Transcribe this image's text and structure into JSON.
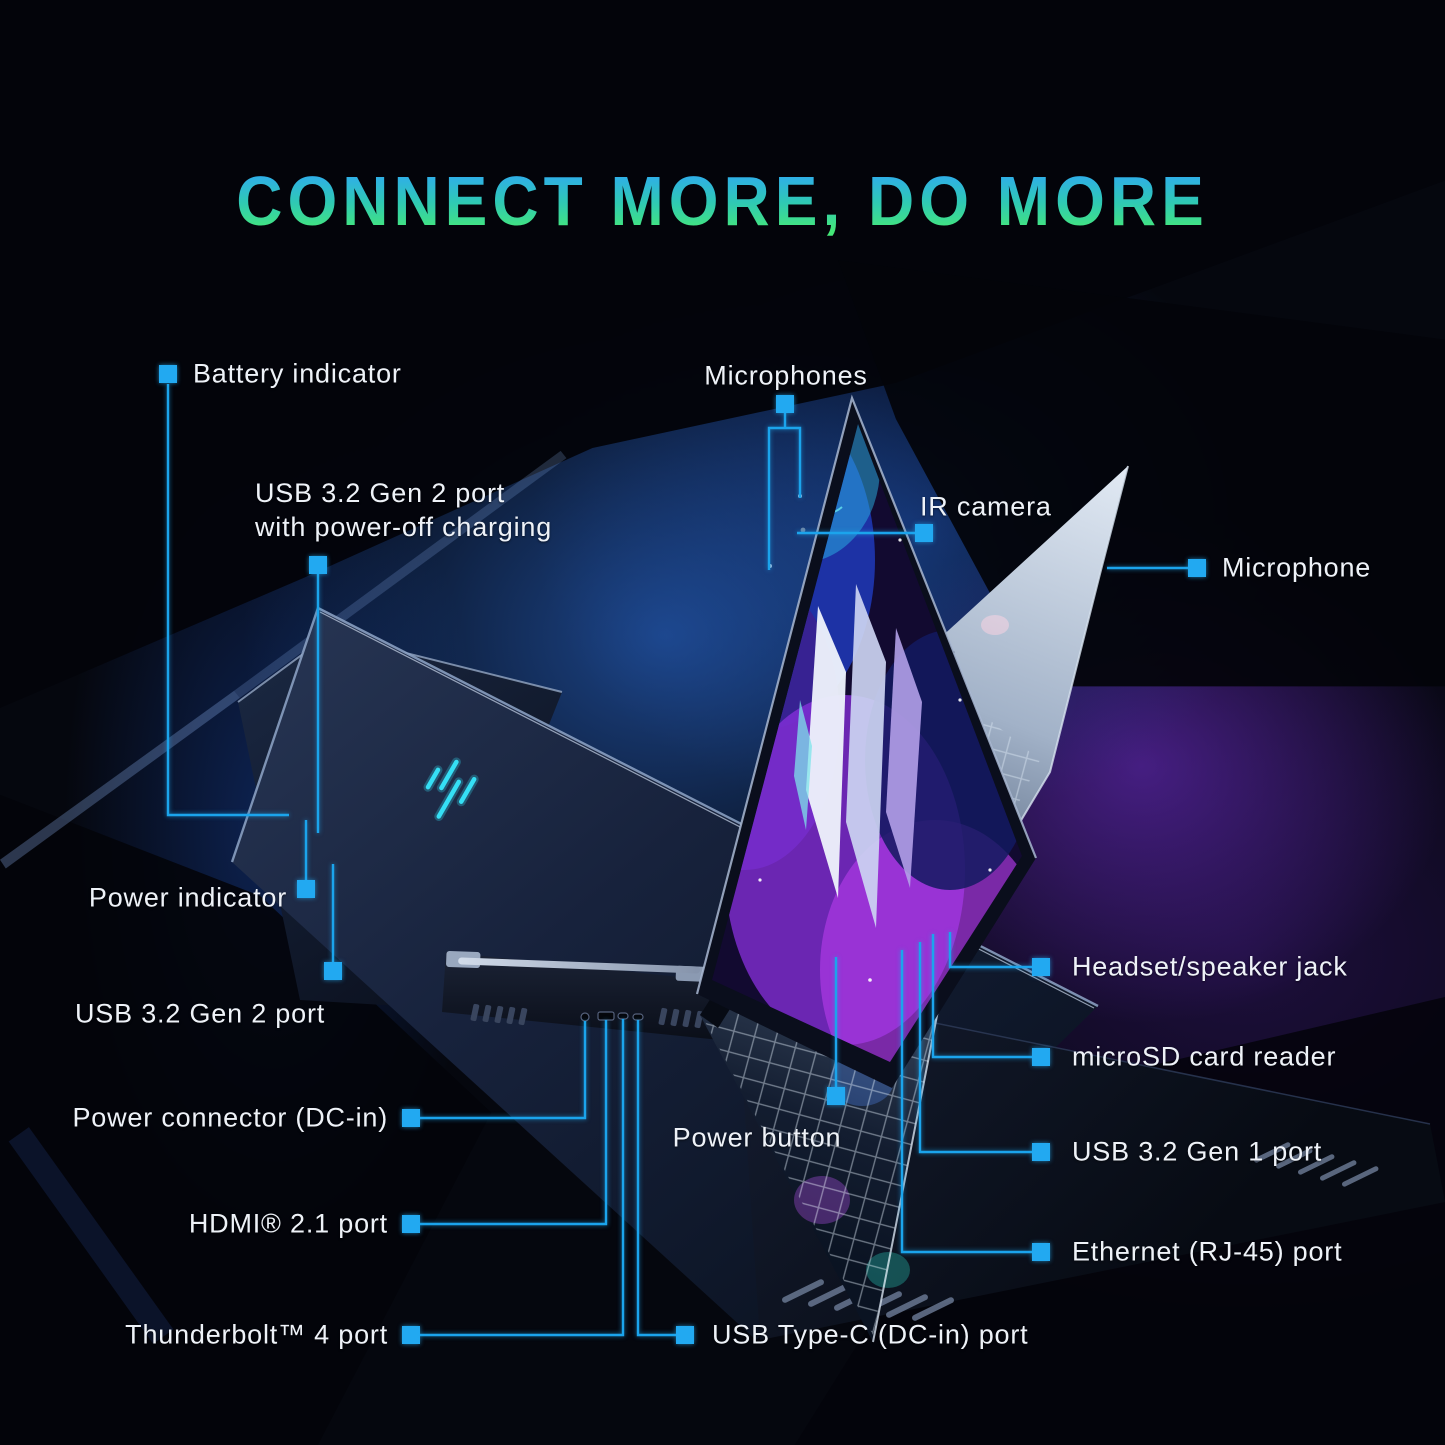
{
  "title": {
    "text": "CONNECT MORE, DO MORE"
  },
  "colors": {
    "background": "#05070E",
    "callout_accent": "#22A9F1",
    "callout_line": "#1BA4EC",
    "title_gradient_top": "#2FA9F2",
    "title_gradient_bottom": "#45E878",
    "keyboard_backlight_red": "#CF1F2B",
    "screen_art_purple": "#8A30DD",
    "background_purple_glow": "#7430D8",
    "background_blue_glow": "#2A68D2",
    "predator_logo_cyan": "#35DFF5"
  },
  "icons": {
    "callout_marker": "small solid blue square",
    "predator_logo": "predator-logo"
  },
  "callouts": {
    "battery": {
      "label": "Battery indicator"
    },
    "usb2_charge": {
      "label": "USB 3.2 Gen 2 port",
      "label2": "with power-off charging"
    },
    "microphones": {
      "label": "Microphones"
    },
    "ir_camera": {
      "label": "IR camera"
    },
    "microphone": {
      "label": "Microphone"
    },
    "power_indicator": {
      "label": "Power indicator"
    },
    "usb2": {
      "label": "USB 3.2 Gen 2 port"
    },
    "power_connector": {
      "label": "Power connector (DC-in)"
    },
    "hdmi": {
      "label": "HDMI® 2.1 port"
    },
    "thunderbolt": {
      "label": "Thunderbolt™ 4 port"
    },
    "usb_c": {
      "label": "USB Type-C (DC-in) port"
    },
    "power_button": {
      "label": "Power button"
    },
    "headset": {
      "label": "Headset/speaker jack"
    },
    "microsd": {
      "label": "microSD card reader"
    },
    "usb1": {
      "label": "USB 3.2 Gen 1 port"
    },
    "ethernet": {
      "label": "Ethernet (RJ-45) port"
    }
  }
}
